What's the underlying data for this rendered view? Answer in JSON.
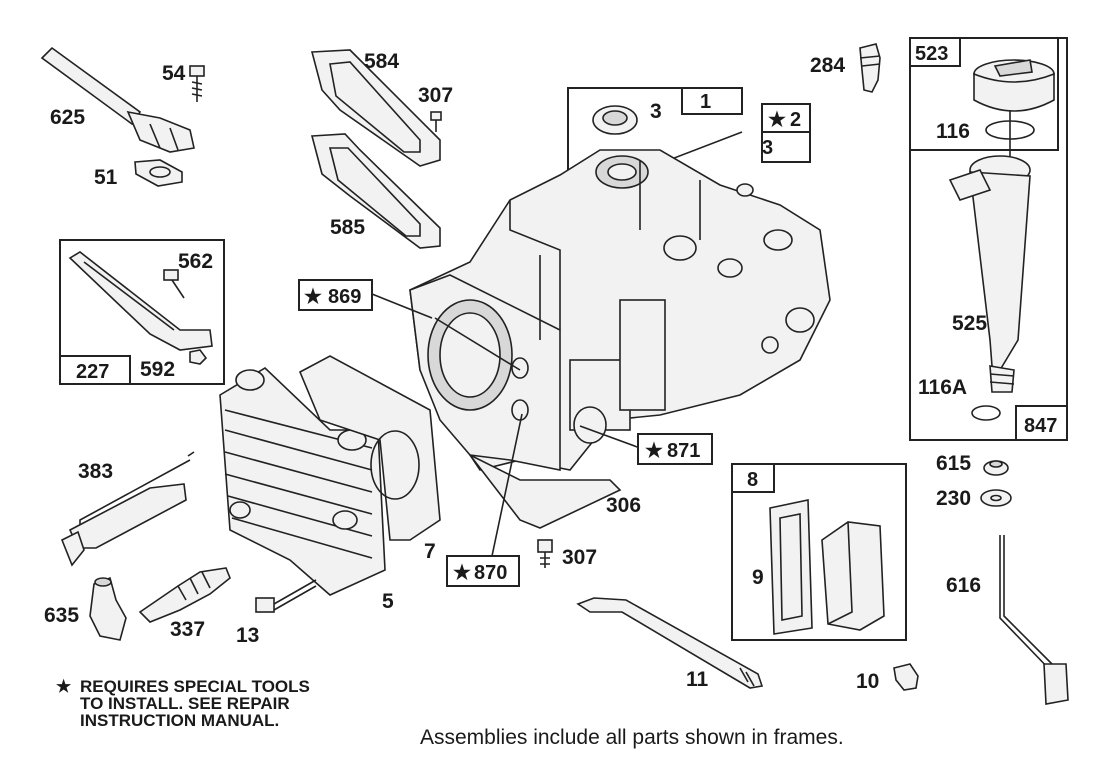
{
  "diagram": {
    "part_labels": {
      "p625": "625",
      "p54": "54",
      "p51": "51",
      "p584": "584",
      "p307a": "307",
      "p585": "585",
      "p562": "562",
      "p592": "592",
      "p227": "227",
      "p869": "869",
      "p3a": "3",
      "p1": "1",
      "p2": "2",
      "p3b": "3",
      "p284": "284",
      "p523": "523",
      "p116": "116",
      "p525": "525",
      "p116A": "116A",
      "p847": "847",
      "p871": "871",
      "p383": "383",
      "p306": "306",
      "p7": "7",
      "p870": "870",
      "p307b": "307",
      "p8": "8",
      "p9": "9",
      "p615": "615",
      "p230": "230",
      "p616": "616",
      "p635": "635",
      "p337": "337",
      "p13": "13",
      "p5": "5",
      "p11": "11",
      "p10": "10"
    },
    "star_symbol": "★",
    "note_line1": "REQUIRES SPECIAL TOOLS",
    "note_line2": "TO INSTALL.  SEE REPAIR",
    "note_line3": "INSTRUCTION MANUAL.",
    "footer": "Assemblies include all parts shown in frames.",
    "colors": {
      "ink": "#1a1a1a",
      "fill": "#f2f2f2",
      "background": "#ffffff"
    }
  }
}
